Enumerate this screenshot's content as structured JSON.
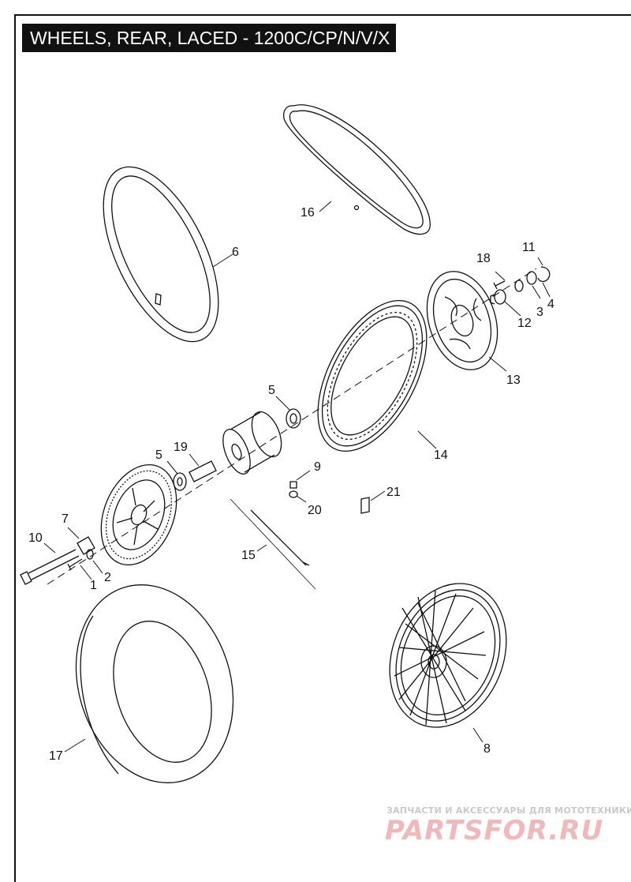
{
  "title": "WHEELS, REAR, LACED - 1200C/CP/N/V/X",
  "callouts": [
    "1",
    "2",
    "3",
    "4",
    "5",
    "5",
    "6",
    "7",
    "8",
    "9",
    "10",
    "11",
    "12",
    "13",
    "14",
    "15",
    "16",
    "17",
    "18",
    "19",
    "20",
    "21"
  ],
  "watermark": {
    "tagline": "ЗАПЧАСТИ И АКСЕССУАРЫ ДЛЯ МОТОТЕХНИКИ",
    "logo": "PARTSFOR.RU"
  },
  "colors": {
    "line": "#111111",
    "title_bg": "#111111",
    "title_text": "#ffffff",
    "watermark_logo": "#f0b8b8"
  }
}
